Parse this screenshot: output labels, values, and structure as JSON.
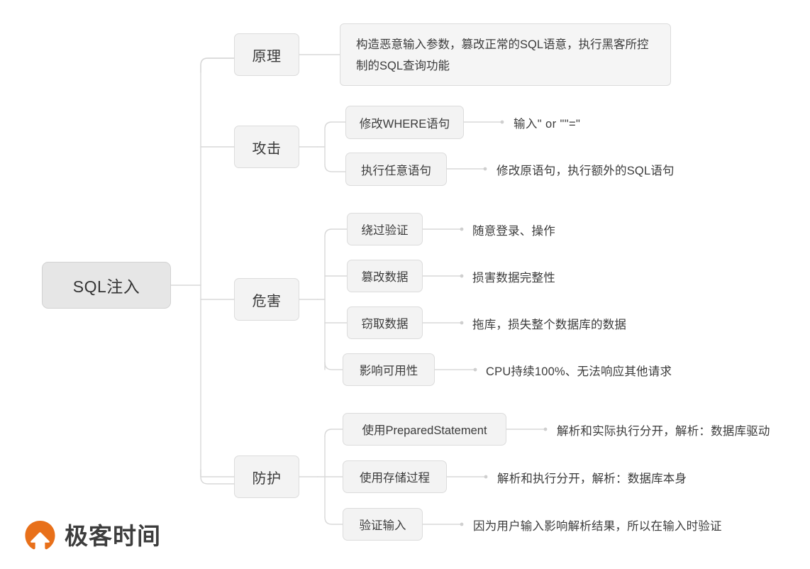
{
  "diagram": {
    "type": "mindmap",
    "title": "SQL注入",
    "root": {
      "label": "SQL注入"
    },
    "branches": [
      {
        "id": "principle",
        "label": "原理",
        "children": [
          {
            "label": "构造恶意输入参数，篡改正常的SQL语意，执行黑客所控制的SQL查询功能",
            "kind": "paragraph",
            "detail": ""
          }
        ]
      },
      {
        "id": "attack",
        "label": "攻击",
        "children": [
          {
            "label": "修改WHERE语句",
            "kind": "topic",
            "detail": "输入\" or \"\"=\""
          },
          {
            "label": "执行任意语句",
            "kind": "topic",
            "detail": "修改原语句，执行额外的SQL语句"
          }
        ]
      },
      {
        "id": "harm",
        "label": "危害",
        "children": [
          {
            "label": "绕过验证",
            "kind": "topic",
            "detail": "随意登录、操作"
          },
          {
            "label": "篡改数据",
            "kind": "topic",
            "detail": "损害数据完整性"
          },
          {
            "label": "窃取数据",
            "kind": "topic",
            "detail": "拖库，损失整个数据库的数据"
          },
          {
            "label": "影响可用性",
            "kind": "topic",
            "detail": "CPU持续100%、无法响应其他请求"
          }
        ]
      },
      {
        "id": "defense",
        "label": "防护",
        "children": [
          {
            "label": "使用PreparedStatement",
            "kind": "topic",
            "detail": "解析和实际执行分开，解析：数据库驱动"
          },
          {
            "label": "使用存储过程",
            "kind": "topic",
            "detail": "解析和执行分开，解析：数据库本身"
          },
          {
            "label": "验证输入",
            "kind": "topic",
            "detail": "因为用户输入影响解析结果，所以在输入时验证"
          }
        ]
      }
    ]
  },
  "branding": {
    "wordmark": "极客时间",
    "logo_icon": "geektime-cursor-mark",
    "accent_color": "#e8701a"
  },
  "theme": {
    "background": "#ffffff",
    "node_fill": "#f3f3f3",
    "node_border": "#dcdcdc",
    "root_fill": "#e6e6e6",
    "line_color": "#d8d8d8",
    "text_color": "#3c3c3c"
  }
}
